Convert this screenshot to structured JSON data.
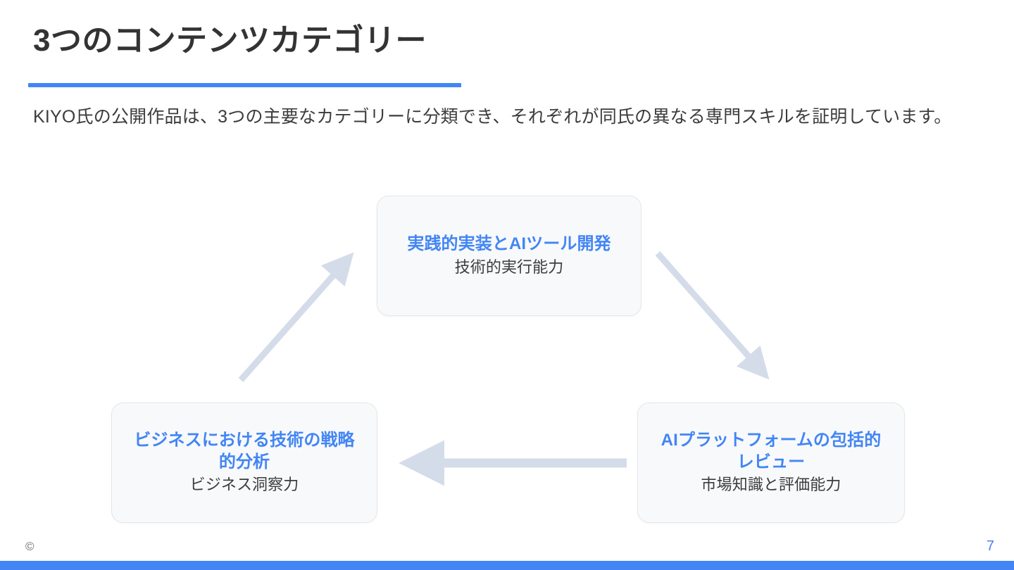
{
  "slide": {
    "title": "3つのコンテンツカテゴリー",
    "subtitle": "KIYO氏の公開作品は、3つの主要なカテゴリーに分類でき、それぞれが同氏の異なる専門スキルを証明しています。",
    "accent_color": "#4285f4",
    "title_color": "#333333",
    "body_color": "#3c3c3c",
    "node_fill": "#f8f9fa",
    "node_border": "#e4e7ea",
    "arrow_color": "#d4dce9"
  },
  "diagram": {
    "type": "cycle",
    "nodes": [
      {
        "id": "top",
        "title": "実践的実装とAIツール開発",
        "subtitle": "技術的実行能力"
      },
      {
        "id": "right",
        "title": "AIプラットフォームの包括的レビュー",
        "subtitle": "市場知識と評価能力"
      },
      {
        "id": "left",
        "title": "ビジネスにおける技術の戦略的分析",
        "subtitle": "ビジネス洞察力"
      }
    ],
    "arrows": [
      {
        "id": "top-to-right",
        "from": "top",
        "to": "right",
        "direction": "down-right"
      },
      {
        "id": "right-to-left",
        "from": "right",
        "to": "left",
        "direction": "left"
      },
      {
        "id": "left-to-top",
        "from": "left",
        "to": "top",
        "direction": "up-right"
      }
    ]
  },
  "footer": {
    "copyright": "©",
    "page_number": "7"
  }
}
